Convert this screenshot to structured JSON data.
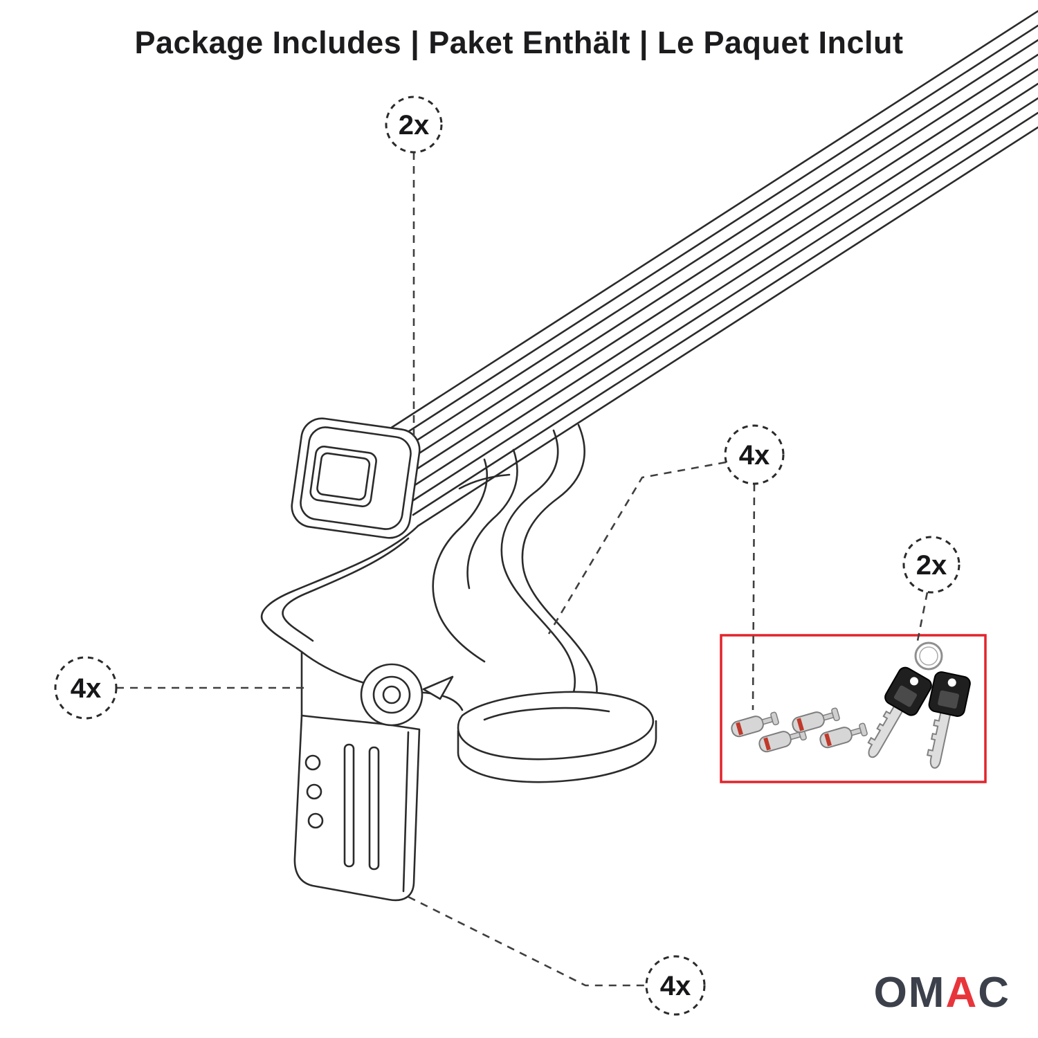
{
  "page": {
    "title": "Package Includes | Paket Enthält | Le Paquet Inclut"
  },
  "callouts": {
    "crossbar": {
      "label": "2x"
    },
    "foot": {
      "label": "4x"
    },
    "locks": {
      "label": "4x"
    },
    "keys": {
      "label": "2x"
    },
    "clamp": {
      "label": "4x"
    }
  },
  "parts_box": {
    "contents": [
      "lock-cylinders",
      "keys-with-ring"
    ],
    "border_color": "#e3232b"
  },
  "brand": {
    "prefix": "OM",
    "accent": "A",
    "suffix": "C"
  },
  "colors": {
    "background": "#ffffff",
    "line": "#2b2b2b",
    "dash": "#3f3f3f",
    "red": "#e3232b",
    "logo_dark": "#3c404b",
    "logo_red": "#e8353b"
  }
}
